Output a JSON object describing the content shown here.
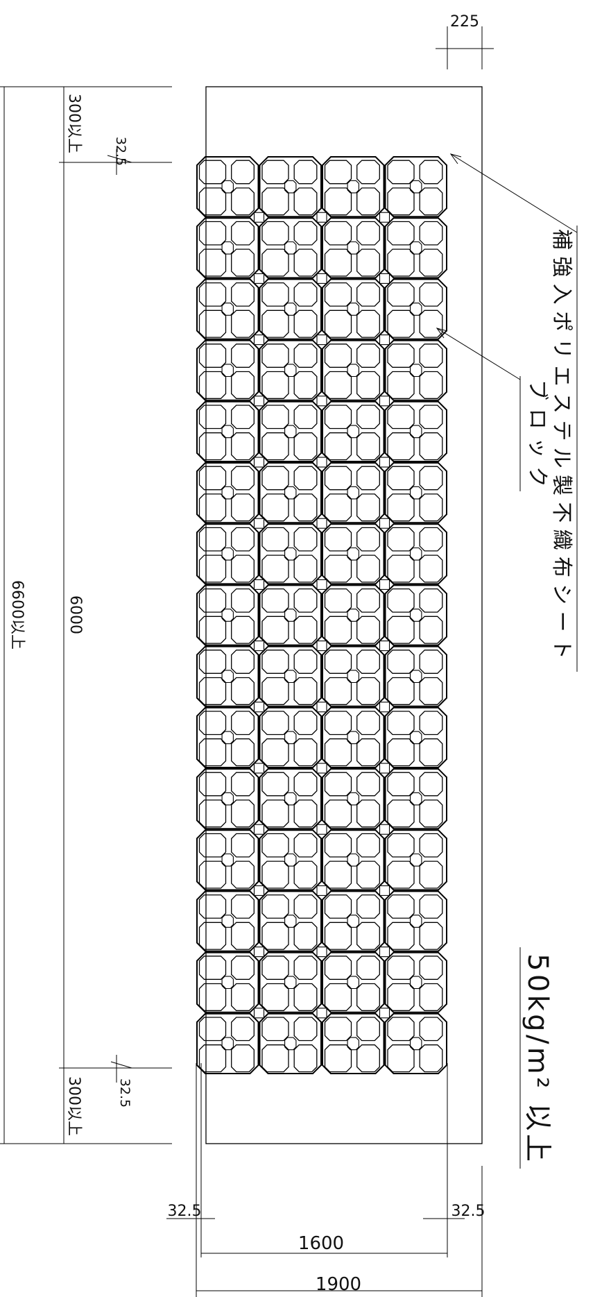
{
  "dimensions": {
    "top_width": "225",
    "top_margin": "300以上",
    "top_gap": "32.5",
    "block_length": "6000",
    "total_length": "6600以上",
    "bottom_margin": "300以上",
    "bottom_gap": "32.5",
    "left_gap": "32.5",
    "right_gap": "32.5",
    "block_width": "1600",
    "sheet_width": "1900"
  },
  "labels": {
    "sheet": "補強入ポリエステル製不織布シート",
    "block": "ブロック",
    "weight": "50kg/m² 以上"
  }
}
